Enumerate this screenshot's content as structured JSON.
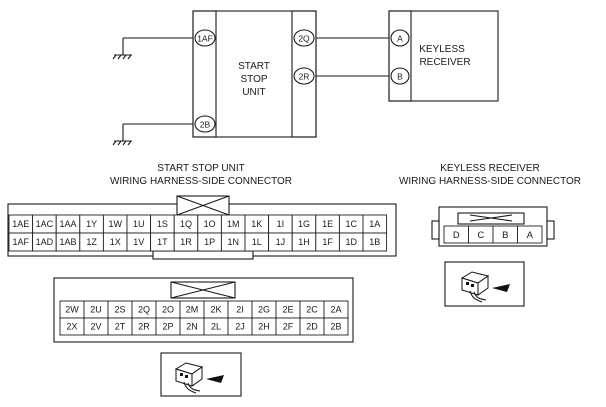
{
  "schematic": {
    "ssu_label_lines": [
      "START",
      "STOP",
      "UNIT"
    ],
    "receiver_label_lines": [
      "KEYLESS",
      "RECEIVER"
    ],
    "pins": {
      "p1AF": "1AF",
      "p2B": "2B",
      "p2Q": "2Q",
      "p2R": "2R",
      "pA": "A",
      "pB": "B"
    }
  },
  "ssu_connector": {
    "title_line1": "START STOP UNIT",
    "title_line2": "WIRING HARNESS-SIDE CONNECTOR",
    "conn1_rows": [
      [
        "1AE",
        "1AC",
        "1AA",
        "1Y",
        "1W",
        "1U",
        "1S",
        "1Q",
        "1O",
        "1M",
        "1K",
        "1I",
        "1G",
        "1E",
        "1C",
        "1A"
      ],
      [
        "1AF",
        "1AD",
        "1AB",
        "1Z",
        "1X",
        "1V",
        "1T",
        "1R",
        "1P",
        "1N",
        "1L",
        "1J",
        "1H",
        "1F",
        "1D",
        "1B"
      ]
    ],
    "conn2_rows": [
      [
        "2W",
        "2U",
        "2S",
        "2Q",
        "2O",
        "2M",
        "2K",
        "2I",
        "2G",
        "2E",
        "2C",
        "2A"
      ],
      [
        "2X",
        "2V",
        "2T",
        "2R",
        "2P",
        "2N",
        "2L",
        "2J",
        "2H",
        "2F",
        "2D",
        "2B"
      ]
    ]
  },
  "receiver_connector": {
    "title_line1": "KEYLESS RECEIVER",
    "title_line2": "WIRING HARNESS-SIDE CONNECTOR",
    "row": [
      "D",
      "C",
      "B",
      "A"
    ]
  },
  "icons": [
    "connector-plug-icon",
    "connector-plug-icon"
  ]
}
